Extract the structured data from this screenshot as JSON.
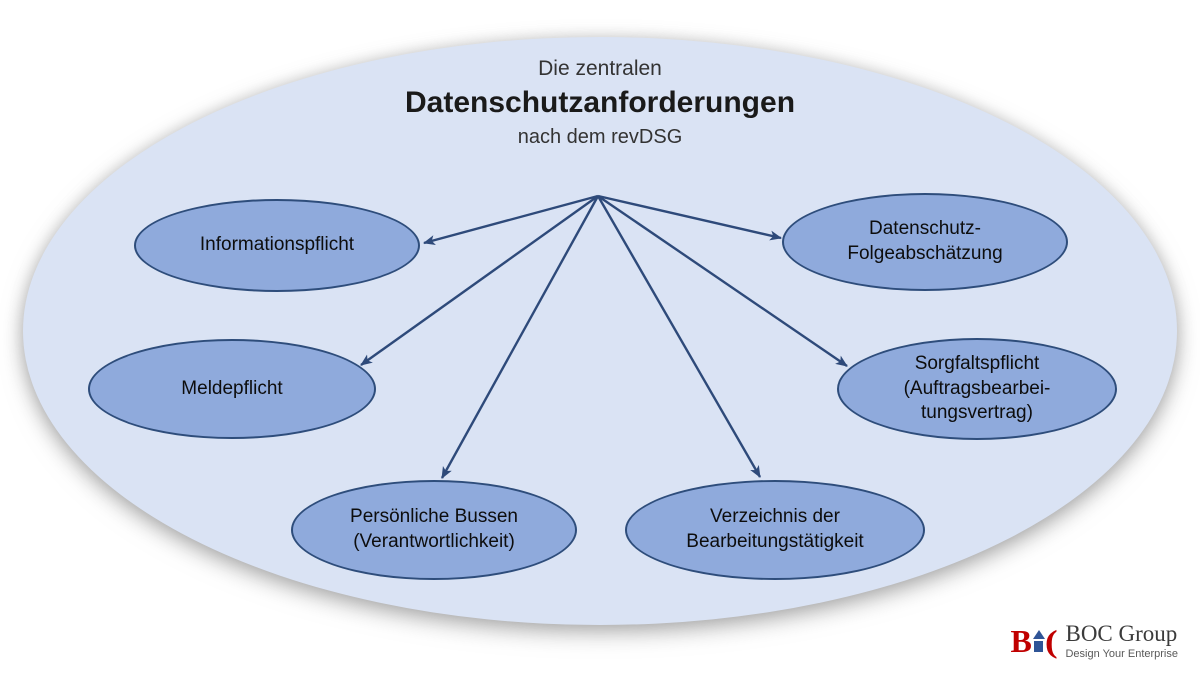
{
  "title": {
    "line1": "Die zentralen",
    "line2": "Datenschutzanforderungen",
    "line3": "nach dem revDSG"
  },
  "nodes": [
    {
      "id": "informationspflicht",
      "lines": [
        "Informationspflicht"
      ]
    },
    {
      "id": "datenschutz-folgeabschaetzung",
      "lines": [
        "Datenschutz-",
        "Folgeabschätzung"
      ]
    },
    {
      "id": "meldepflicht",
      "lines": [
        "Meldepflicht"
      ]
    },
    {
      "id": "sorgfaltspflicht",
      "lines": [
        "Sorgfaltspflicht",
        "(Auftragsbearbei-",
        "tungsvertrag)"
      ]
    },
    {
      "id": "persoenliche-bussen",
      "lines": [
        "Persönliche Bussen",
        "(Verantwortlichkeit)"
      ]
    },
    {
      "id": "verzeichnis-bearbeitungstaetigkeit",
      "lines": [
        "Verzeichnis der",
        "Bearbeitungstätigkeit"
      ]
    }
  ],
  "logo": {
    "icon_b": "B",
    "icon_c": "(",
    "name": "BOC Group",
    "tagline": "Design Your Enterprise"
  },
  "colors": {
    "canvas_fill": "#DAE3F4",
    "node_fill": "#8FAADC",
    "node_border": "#2E4D7B",
    "arrow": "#2E4A7A",
    "title_text": "#262626",
    "logo_red": "#C00000",
    "logo_blue": "#2F5496"
  }
}
